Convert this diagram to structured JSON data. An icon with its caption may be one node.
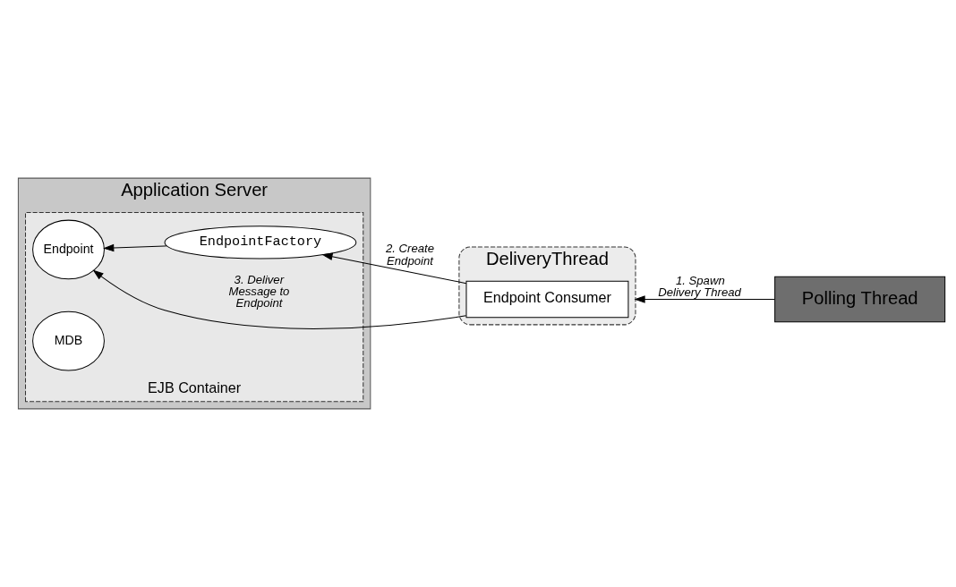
{
  "diagram": {
    "nodes": [
      {
        "text": [
          "Application Server"
        ]
      },
      {
        "text": [
          "EJB Container"
        ],
        "in": 0
      },
      {
        "text": [
          "EndpointFactory"
        ],
        "in": 1
      },
      {
        "text": [
          "MDB"
        ],
        "in": 1
      },
      {
        "text": [
          "Endpoint"
        ],
        "in": 1
      },
      {
        "text": [
          "DeliveryThread"
        ]
      },
      {
        "text": [
          "Endpoint Consumer"
        ],
        "in": 5
      },
      {
        "text": [
          "Polling Thread"
        ]
      }
    ],
    "edges": [
      {
        "from": 6,
        "to": 2,
        "arrow": "to",
        "label": "2. Create Endpoint"
      },
      {
        "from": 2,
        "to": 4,
        "arrow": "to"
      },
      {
        "from": 6,
        "to": 4,
        "arrow": "to",
        "label": "3. Deliver Message to Endpoint"
      },
      {
        "from": 7,
        "to": 5,
        "arrow": "to",
        "label": "1. Spawn Delivery Thread"
      }
    ]
  }
}
